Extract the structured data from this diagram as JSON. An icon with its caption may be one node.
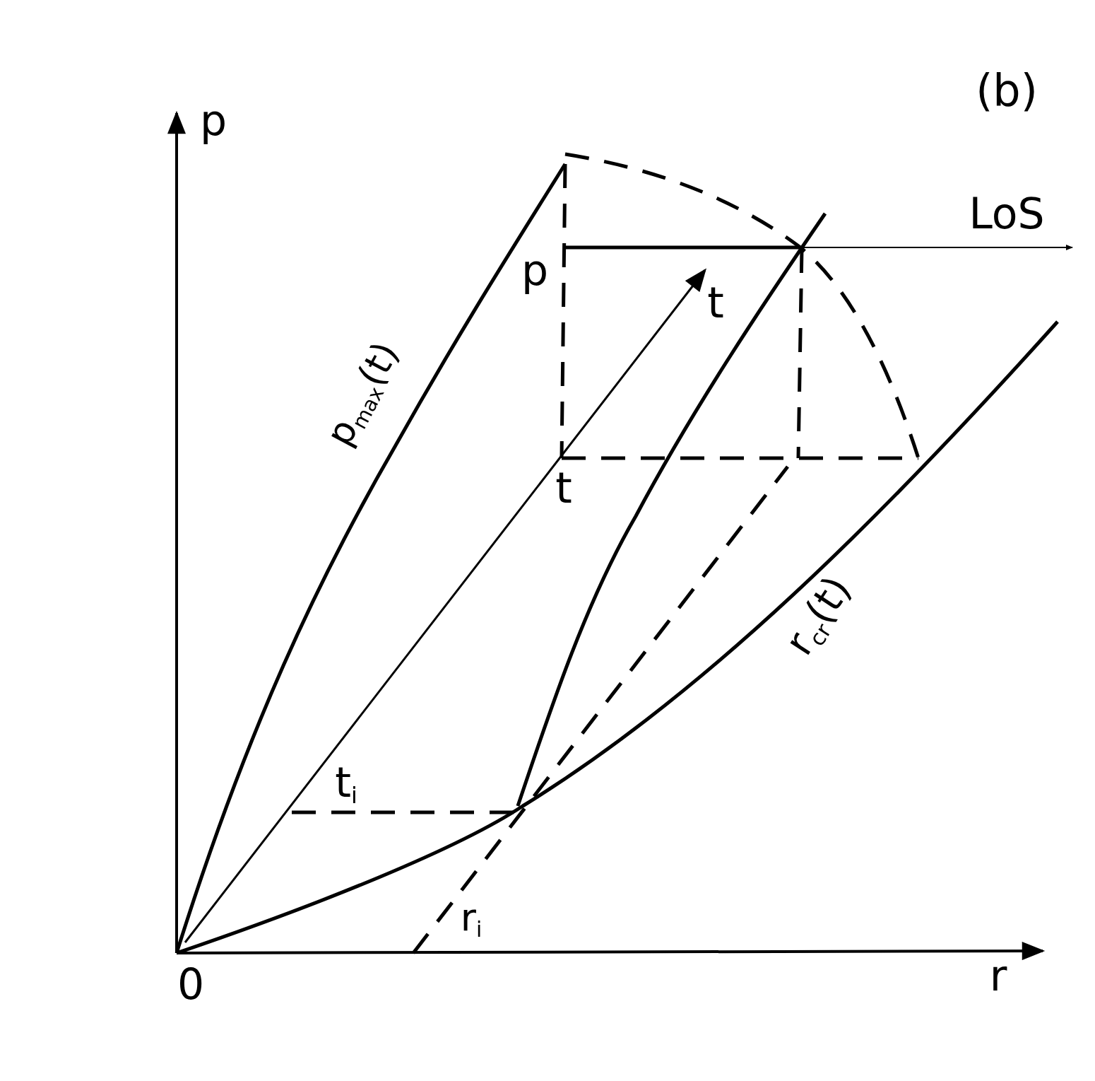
{
  "diagram": {
    "labels": [
      "(b)",
      "p",
      "LoS",
      "p",
      "t",
      "t",
      "t$_{i}$",
      "r$_{i}$",
      "0",
      "r",
      "p$_{max}$(t)",
      "r$_{cr}$(t)"
    ]
  }
}
